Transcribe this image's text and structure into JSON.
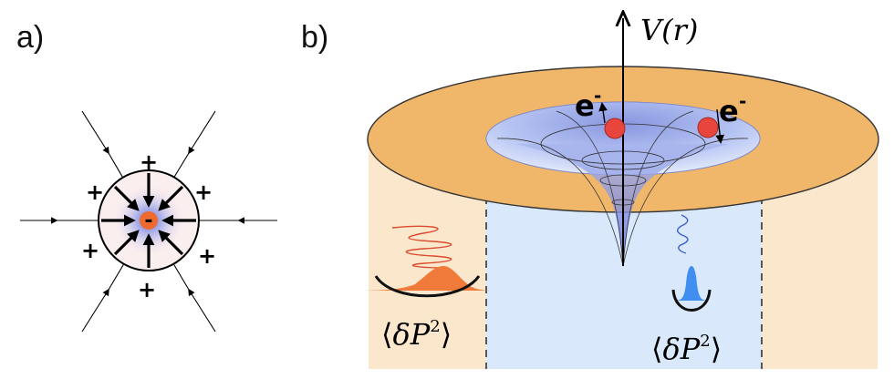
{
  "panels": {
    "a": {
      "label": "a)",
      "plus_sign": "+",
      "minus_sign": "-",
      "colors": {
        "cavity_fill": "#fbeeee",
        "glow": "#3b5bdb",
        "charge": "#ef6a2e"
      }
    },
    "b": {
      "label": "b)",
      "axis_label": "V(r)",
      "electron_label": "e",
      "electron_superscript": "-",
      "expectation_left": {
        "open": "⟨",
        "italic": "δP",
        "sup": "2",
        "close": "⟩"
      },
      "expectation_right": {
        "open": "⟨",
        "italic": "δP",
        "sup": "2",
        "close": "⟩"
      },
      "colors": {
        "disk_top": "#f0b66a",
        "outer_column": "#fbe8cc",
        "inner_column": "#d9e8fb",
        "funnel": "#7d8fe0",
        "electron": "#e8453c",
        "wave_left": "#d94a2e",
        "wave_right": "#3a5fcf",
        "gaussian_left": "#ef7a3a",
        "gaussian_right": "#3f8ef0"
      }
    }
  }
}
